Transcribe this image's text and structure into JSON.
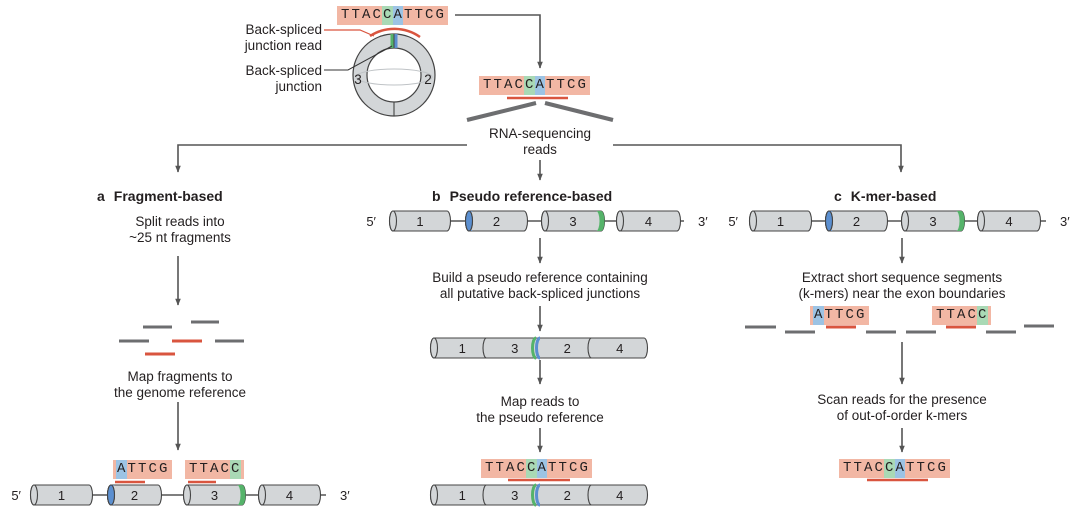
{
  "colors": {
    "exon_fill": "#d3d6d8",
    "exon_stroke": "#444444",
    "blue_edge": "#5b8fd0",
    "green_edge": "#55b36a",
    "read_red": "#d9553f",
    "read_grey": "#6d6e70",
    "arrow": "#555555",
    "seq_bg": "#f2b7a4"
  },
  "top": {
    "read_sequence": "TTACCATTCG",
    "label_read": [
      "Back-spliced",
      "junction read"
    ],
    "label_junction": [
      "Back-spliced",
      "junction"
    ],
    "circle_exons": [
      "3",
      "2"
    ],
    "merged_sequence": "TTACCATTCG",
    "rnaseq_label": [
      "RNA-sequencing",
      "reads"
    ]
  },
  "panel_a": {
    "letter": "a",
    "title": "Fragment-based",
    "step1": [
      "Split reads into",
      "~25 nt fragments"
    ],
    "step2": [
      "Map fragments to",
      "the genome reference"
    ],
    "fragments": [
      "ATTCG",
      "TTACC"
    ],
    "exons": [
      "1",
      "2",
      "3",
      "4"
    ],
    "prime5": "5′",
    "prime3": "3′"
  },
  "panel_b": {
    "letter": "b",
    "title": "Pseudo reference-based",
    "exons": [
      "1",
      "2",
      "3",
      "4"
    ],
    "prime5": "5′",
    "prime3": "3′",
    "step1": [
      "Build a pseudo reference containing",
      "all putative back-spliced junctions"
    ],
    "pseudo_exons": [
      "1",
      "3",
      "2",
      "4"
    ],
    "step2": [
      "Map reads to",
      "the pseudo reference"
    ],
    "mapped_sequence": "TTACCATTCG"
  },
  "panel_c": {
    "letter": "c",
    "title": "K-mer-based",
    "exons": [
      "1",
      "2",
      "3",
      "4"
    ],
    "prime5": "5′",
    "prime3": "3′",
    "step1": [
      "Extract short sequence segments",
      "(k-mers)  near the exon boundaries"
    ],
    "kmers": [
      "ATTCG",
      "TTACC"
    ],
    "step2": [
      "Scan reads for the presence",
      "of out-of-order k-mers"
    ],
    "result_sequence": "TTACCATTCG"
  }
}
